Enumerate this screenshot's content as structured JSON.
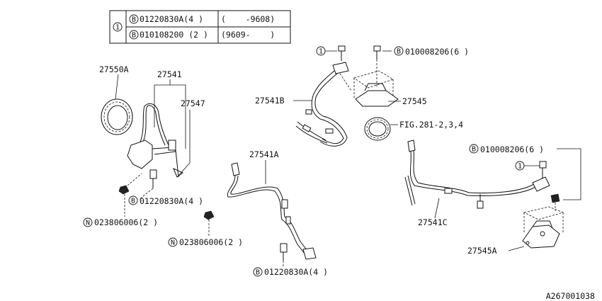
{
  "legend": {
    "ref": "1",
    "rows": [
      {
        "marker": "B",
        "part": "01220830A(4 )",
        "range": "(    -9608)"
      },
      {
        "marker": "B",
        "part": "010108200 (2 )",
        "range": "(9609-    )"
      }
    ]
  },
  "labels": {
    "p27550A": "27550A",
    "p27541": "27541",
    "p27547": "27547",
    "p27541B": "27541B",
    "p27545": "27545",
    "fig": "FIG.281-2,3,4",
    "p27541A": "27541A",
    "p27541C": "27541C",
    "p27545A": "27545A",
    "ref_mark": "1",
    "b_mark": "B",
    "n_mark": "N",
    "bolt_top": "010008206(6 )",
    "bolt_right": "010008206(6 )",
    "bolt_left": "01220830A(4 )",
    "nut_left": "023806006(2 )",
    "nut_mid": "023806006(2 )",
    "bolt_bottom": "01220830A(4 )",
    "diagram_id": "A267001038"
  }
}
